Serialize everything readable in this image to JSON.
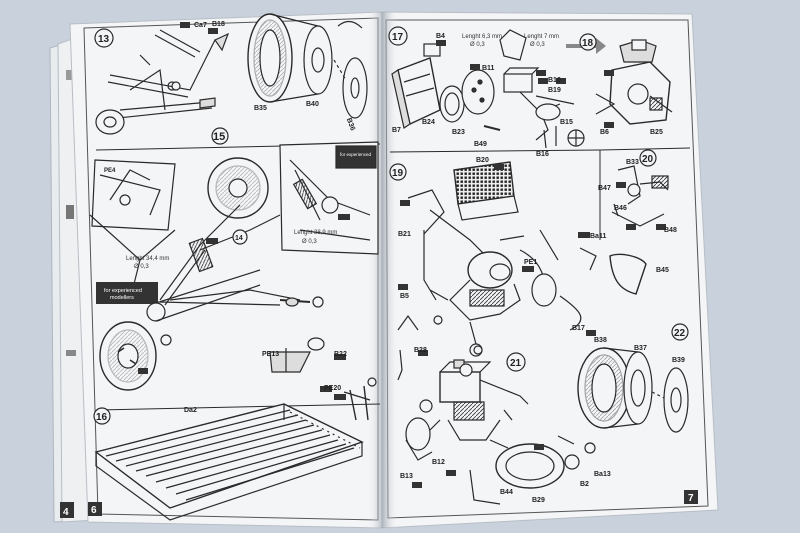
{
  "scene": {
    "background_color": "#c9d2dc",
    "paper_color": "#f4f5f7",
    "line_color": "#2a2a2a",
    "badge_color": "#333333"
  },
  "left_page": {
    "page_number": "6",
    "underlying_page_number": "4",
    "steps": [
      "13",
      "14",
      "15",
      "16"
    ],
    "labels": {
      "ca7": "Ca7",
      "b18": "B18",
      "b35": "B35",
      "b40": "B40",
      "b36": "B36",
      "pe4": "PE4",
      "pe13": "PE13",
      "b22": "B22",
      "pe20": "PE20",
      "da2": "Da2"
    },
    "notes": {
      "length_a": "Lenght 34,4 mm",
      "diameter_a": "Ø 0,3",
      "length_b": "Lenght 38,9 mm",
      "diameter_b": "Ø 0,3",
      "experienced_line1": "for experienced",
      "experienced_line2": "modellers",
      "experienced_corner": "for experienced"
    }
  },
  "right_page": {
    "page_number": "7",
    "steps": [
      "17",
      "18",
      "19",
      "20",
      "21",
      "22"
    ],
    "labels": {
      "b4": "B4",
      "b7": "B7",
      "b24": "B24",
      "b23": "B23",
      "b49": "B49",
      "b11": "B11",
      "b10": "B10",
      "b19": "B19",
      "b15": "B15",
      "b16": "B16",
      "b25": "B25",
      "b6": "B6",
      "b20": "B20",
      "b21": "B21",
      "ba11": "Ba11",
      "b45": "B45",
      "b47": "B47",
      "b48": "B48",
      "b46": "B46",
      "b33": "B33",
      "pe1": "PE1",
      "b17": "B17",
      "b28": "B28",
      "b38": "B38",
      "b37": "B37",
      "b39": "B39",
      "b13": "B13",
      "b12": "B12",
      "b44": "B44",
      "b29": "B29",
      "b2": "B2",
      "ba13": "Ba13",
      "b5": "B5"
    },
    "notes": {
      "length_a": "Lenght 6,3 mm",
      "diameter_a": "Ø 0,3",
      "length_b": "Lenght 7 mm",
      "diameter_b": "Ø 0,3"
    }
  }
}
